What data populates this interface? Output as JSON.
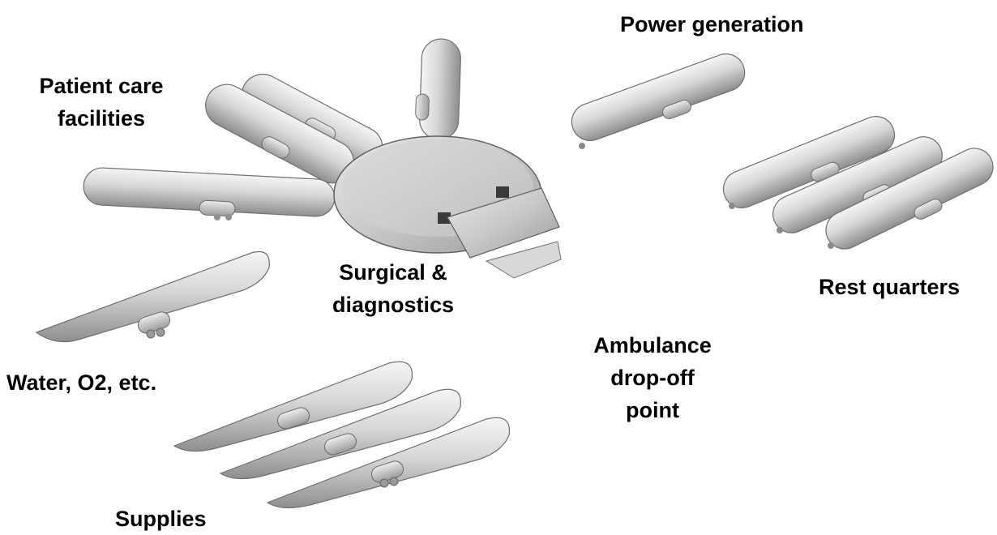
{
  "labels": {
    "power_generation": "Power generation",
    "patient_care_line1": "Patient care",
    "patient_care_line2": "facilities",
    "surgical_line1": "Surgical &",
    "surgical_line2": "diagnostics",
    "rest_quarters": "Rest quarters",
    "ambulance_line1": "Ambulance",
    "ambulance_line2": "drop-off",
    "ambulance_line3": "point",
    "water": "Water, O2, etc.",
    "supplies": "Supplies"
  },
  "colors": {
    "hull_light": "#f2f2f2",
    "hull_mid": "#c4c4c4",
    "hull_dark": "#8c8c8c",
    "outline": "#5a5a5a",
    "text": "#000000"
  }
}
